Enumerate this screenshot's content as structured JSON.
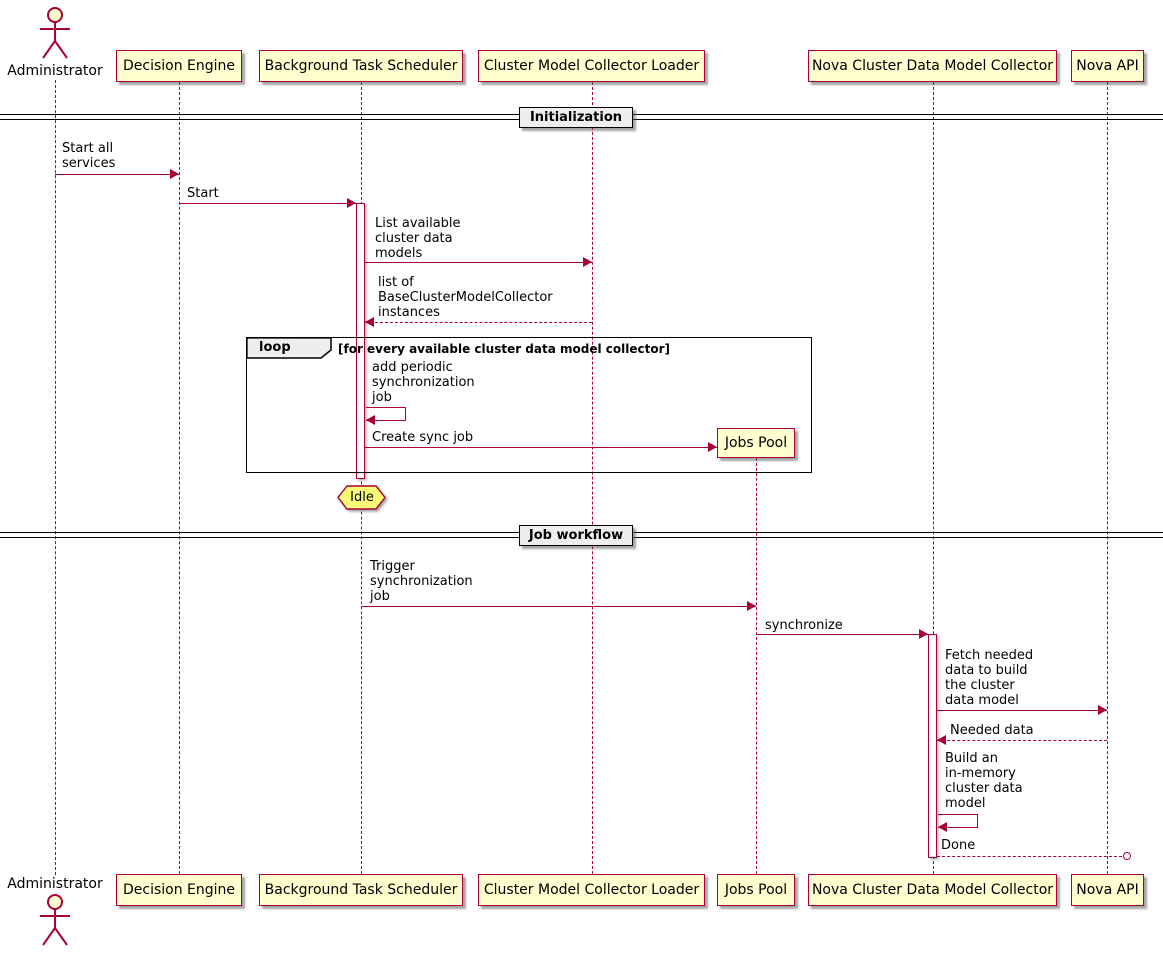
{
  "actor": {
    "label": "Administrator"
  },
  "participants": {
    "decision_engine": {
      "label": "Decision Engine"
    },
    "background_task_scheduler": {
      "label": "Background Task Scheduler"
    },
    "cluster_model_collector_loader": {
      "label": "Cluster Model Collector Loader"
    },
    "jobs_pool": {
      "label": "Jobs Pool"
    },
    "nova_cluster_data_model_collector": {
      "label": "Nova Cluster Data Model Collector"
    },
    "nova_api": {
      "label": "Nova API"
    }
  },
  "dividers": {
    "initialization": {
      "label": "Initialization"
    },
    "job_workflow": {
      "label": "Job workflow"
    }
  },
  "loop_frame": {
    "keyword": "loop",
    "condition": "[for every available cluster data model collector]"
  },
  "note": {
    "idle": "Idle"
  },
  "messages": {
    "start_all_services": "Start all\nservices",
    "start": "Start",
    "list_available_models": "List available\ncluster data\nmodels",
    "list_of_instances": "list of\nBaseClusterModelCollector\ninstances",
    "add_periodic_job": "add periodic\nsynchronization\njob",
    "create_sync_job": "Create sync job",
    "trigger_sync_job": "Trigger\nsynchronization\njob",
    "synchronize": "synchronize",
    "fetch_needed_data": "Fetch needed\ndata to build\nthe cluster\ndata model",
    "needed_data": "Needed data",
    "build_model": "Build an\nin-memory\ncluster data\nmodel",
    "done": "Done"
  },
  "colors": {
    "accent_border": "#A80036",
    "box_fill": "#FEFECE",
    "note_fill": "#FBFB77",
    "divider_fill": "#EEEEEE",
    "frame_border": "#000000"
  }
}
